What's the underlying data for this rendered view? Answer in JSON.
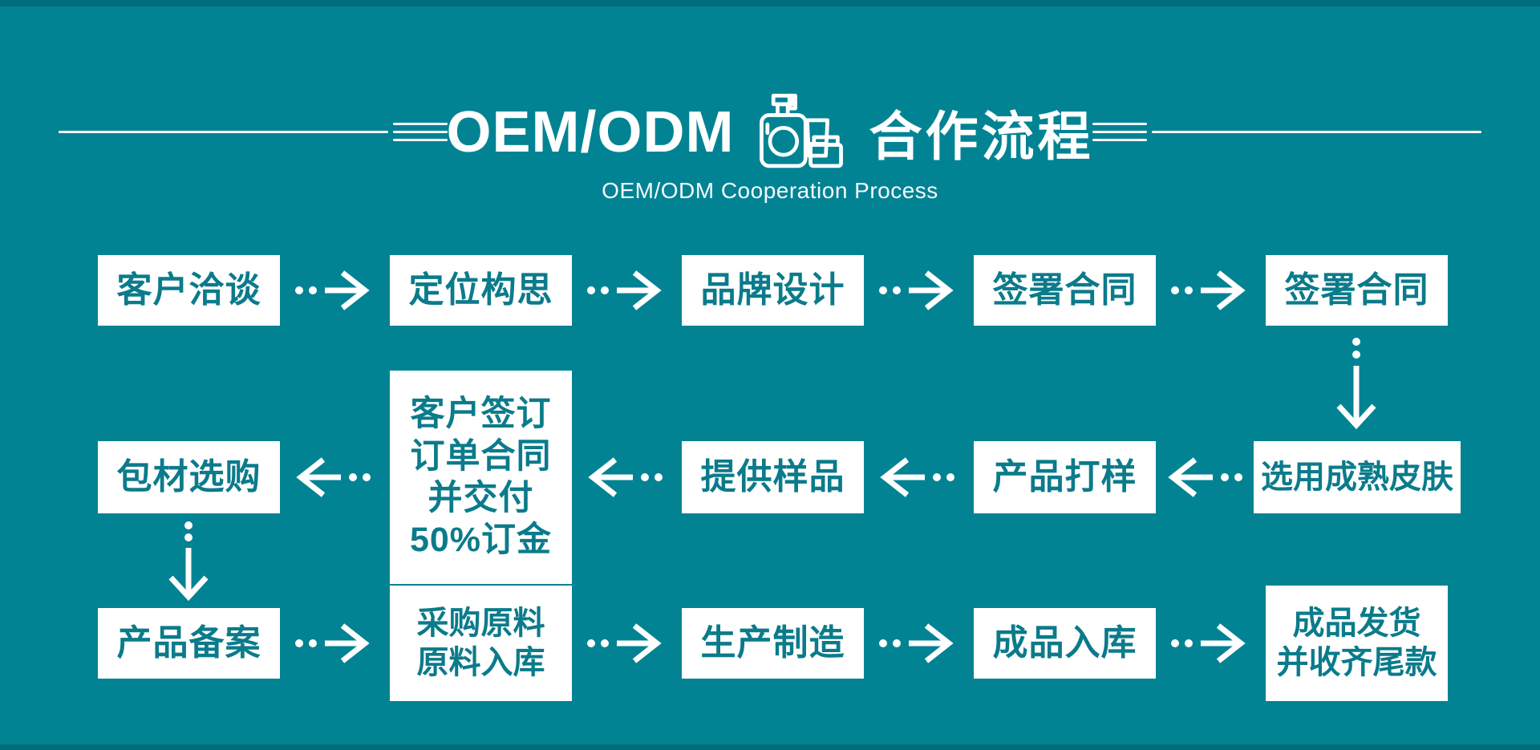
{
  "colors": {
    "background": "#028394",
    "edge_strip": "#006d7a",
    "box_background": "#ffffff",
    "box_text": "#0b7b8b",
    "accent_white": "#ffffff"
  },
  "header": {
    "title_latin": "OEM/ODM",
    "title_cjk": "合作流程",
    "subtitle": "OEM/ODM Cooperation Process",
    "icon": "cosmetics-set-icon"
  },
  "flow": {
    "row1": {
      "direction": "left-to-right",
      "arrow_style": "dotted-arrow-right",
      "boxes": [
        {
          "lines": [
            "客户洽谈"
          ]
        },
        {
          "lines": [
            "定位构思"
          ]
        },
        {
          "lines": [
            "品牌设计"
          ]
        },
        {
          "lines": [
            "签署合同"
          ]
        },
        {
          "lines": [
            "签署合同"
          ]
        }
      ]
    },
    "row2": {
      "direction": "right-to-left",
      "arrow_style": "dotted-arrow-left",
      "boxes": [
        {
          "lines": [
            "包材选购"
          ]
        },
        {
          "lines": [
            "客户签订",
            "订单合同",
            "并交付",
            "50%订金"
          ]
        },
        {
          "lines": [
            "提供样品"
          ]
        },
        {
          "lines": [
            "产品打样"
          ]
        },
        {
          "lines": [
            "选用成熟皮肤"
          ]
        }
      ]
    },
    "row3": {
      "direction": "left-to-right",
      "arrow_style": "dotted-arrow-right",
      "boxes": [
        {
          "lines": [
            "产品备案"
          ]
        },
        {
          "lines": [
            "采购原料",
            "原料入库"
          ]
        },
        {
          "lines": [
            "生产制造"
          ]
        },
        {
          "lines": [
            "成品入库"
          ]
        },
        {
          "lines": [
            "成品发货",
            "并收齐尾款"
          ]
        }
      ]
    },
    "connectors": [
      {
        "from": "row1-box5",
        "to": "row2-box5",
        "style": "dotted-arrow-down"
      },
      {
        "from": "row2-box1",
        "to": "row3-box1",
        "style": "dotted-arrow-down"
      }
    ]
  }
}
